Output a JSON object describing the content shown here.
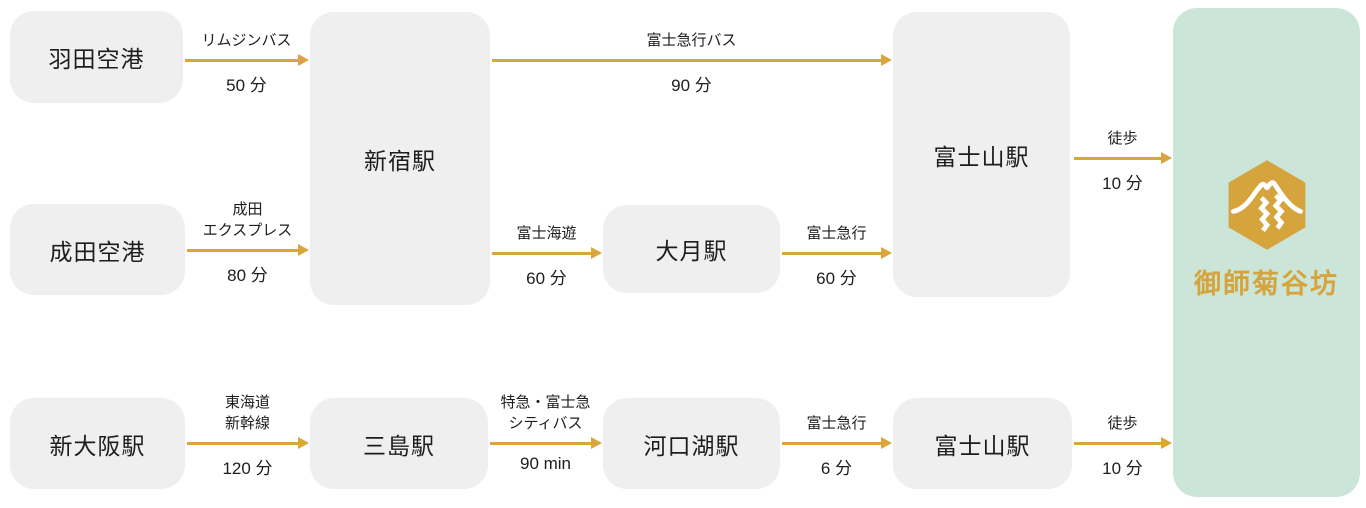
{
  "diagram_title": "access-route-diagram",
  "colors": {
    "accent_gold": "#d9a53c",
    "node_gray": "#efefef",
    "destination_green": "#cbe5d8",
    "text_dark": "#1d1d1d",
    "logo_gold": "#d6a43c"
  },
  "nodes": [
    {
      "id": "haneda-airport",
      "label": "羽田空港"
    },
    {
      "id": "narita-airport",
      "label": "成田空港"
    },
    {
      "id": "shinjuku-station",
      "label": "新宿駅"
    },
    {
      "id": "otsuki-station",
      "label": "大月駅"
    },
    {
      "id": "fujisan-station-top",
      "label": "富士山駅"
    },
    {
      "id": "shin-osaka-station",
      "label": "新大阪駅"
    },
    {
      "id": "mishima-station",
      "label": "三島駅"
    },
    {
      "id": "kawaguchiko-station",
      "label": "河口湖駅"
    },
    {
      "id": "fujisan-station-bottom",
      "label": "富士山駅"
    }
  ],
  "destination": {
    "name": "御師菊谷坊",
    "logo": "mount-fuji-hexagon-icon"
  },
  "edges": [
    {
      "from": "haneda-airport",
      "to": "shinjuku-station",
      "label": "リムジンバス",
      "duration": "50 分"
    },
    {
      "from": "narita-airport",
      "to": "shinjuku-station",
      "label": "成田\nエクスプレス",
      "duration": "80 分"
    },
    {
      "from": "shinjuku-station",
      "to": "fujisan-station-top",
      "label": "富士急行バス",
      "duration": "90 分"
    },
    {
      "from": "shinjuku-station",
      "to": "otsuki-station",
      "label": "富士海遊",
      "duration": "60 分"
    },
    {
      "from": "otsuki-station",
      "to": "fujisan-station-top",
      "label": "富士急行",
      "duration": "60 分"
    },
    {
      "from": "fujisan-station-top",
      "to": "destination",
      "label": "徒歩",
      "duration": "10 分"
    },
    {
      "from": "shin-osaka-station",
      "to": "mishima-station",
      "label": "東海道\n新幹線",
      "duration": "120 分"
    },
    {
      "from": "mishima-station",
      "to": "kawaguchiko-station",
      "label": "特急・富士急\nシティバス",
      "duration": "90 min"
    },
    {
      "from": "kawaguchiko-station",
      "to": "fujisan-station-bottom",
      "label": "富士急行",
      "duration": "6 分"
    },
    {
      "from": "fujisan-station-bottom",
      "to": "destination",
      "label": "徒歩",
      "duration": "10 分"
    }
  ]
}
